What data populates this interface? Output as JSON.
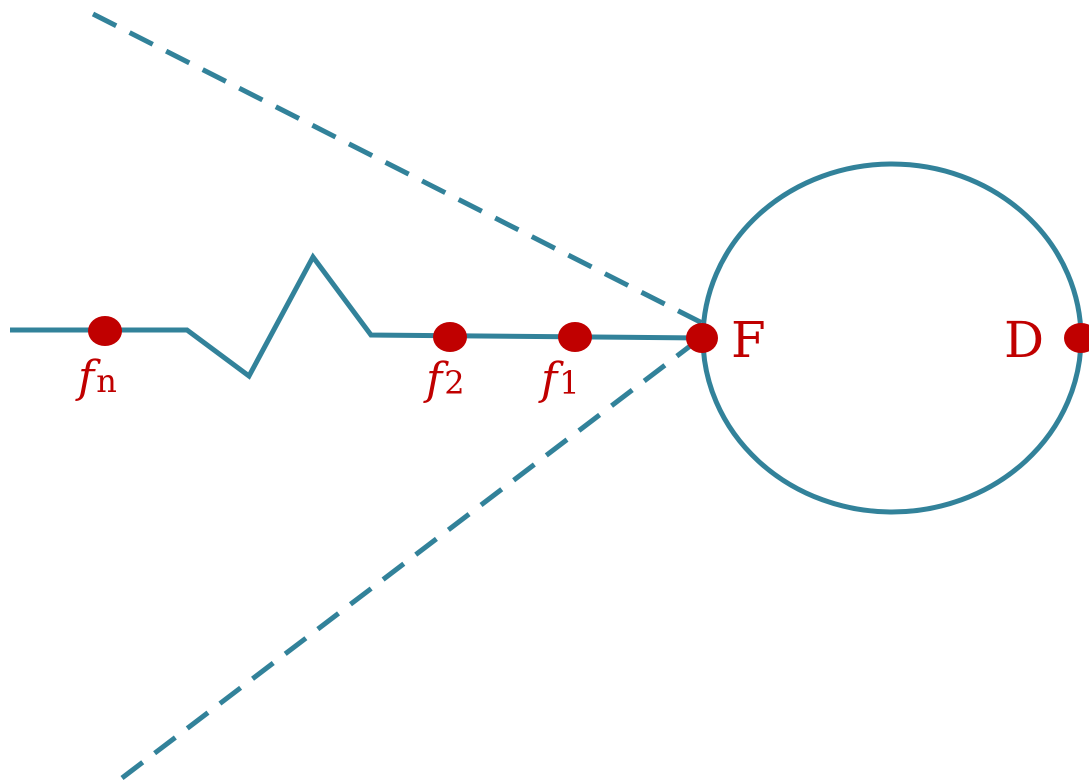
{
  "colors": {
    "line": "#32829a",
    "point": "#c00000",
    "background": "#ffffff"
  },
  "labels": {
    "fn_base": "f",
    "fn_sub": "n",
    "f2_base": "f",
    "f2_sub": "2",
    "f1_base": "f",
    "f1_sub": "1",
    "F": "F",
    "D": "D"
  }
}
